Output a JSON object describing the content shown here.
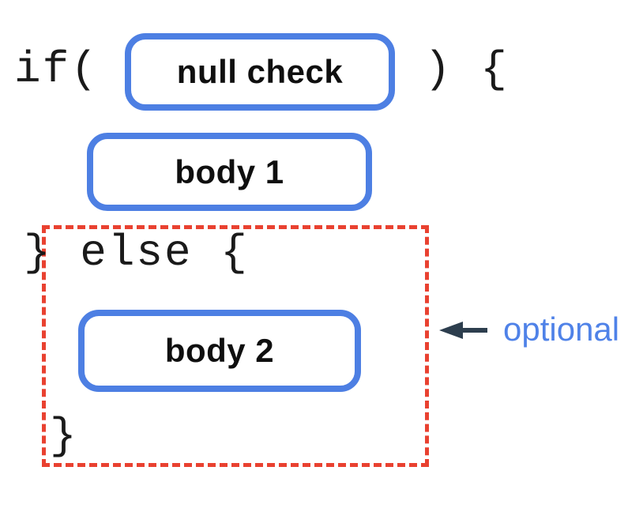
{
  "colors": {
    "box_border": "#4d7fe3",
    "dashed_border": "#e94130",
    "arrow": "#2d3e4e",
    "annotation_text": "#4f82e8",
    "code_text": "#1a1a1a",
    "label_text": "#0f0f0f",
    "canvas_bg": "#ffffff"
  },
  "code": {
    "if_open": "if(",
    "if_close": ") {",
    "else_line": "} else {",
    "closing_brace": "}"
  },
  "boxes": {
    "condition": "null check",
    "body1": "body 1",
    "body2": "body 2"
  },
  "annotation": {
    "label": "optional"
  }
}
